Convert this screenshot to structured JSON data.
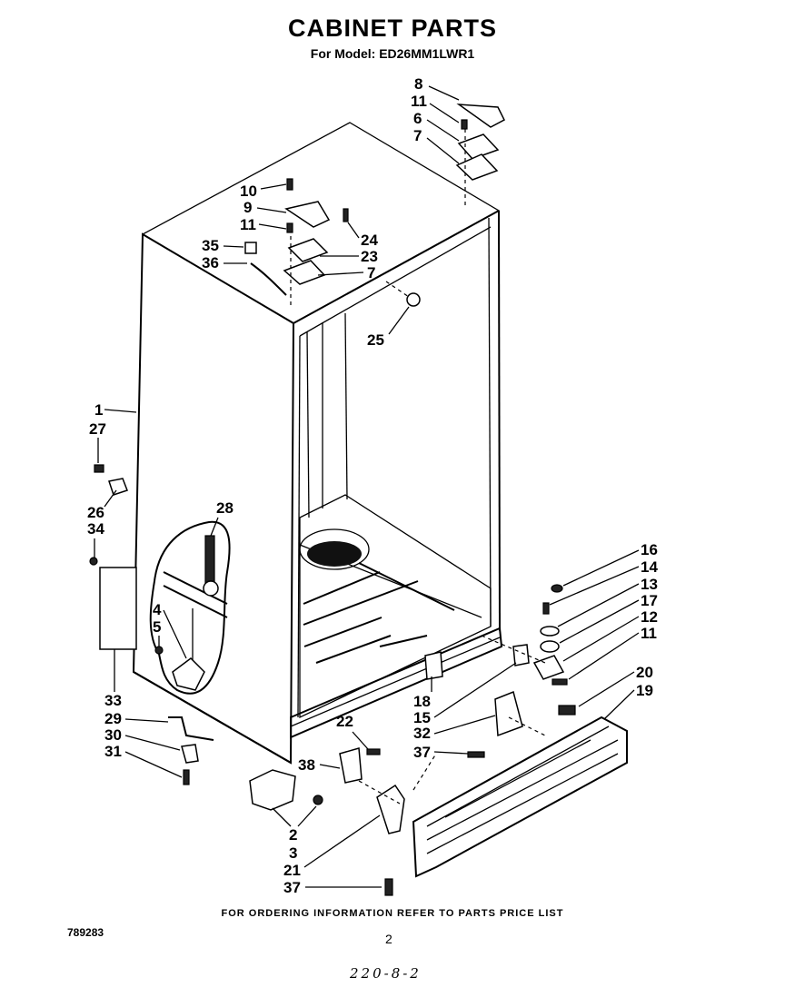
{
  "header": {
    "title": "CABINET PARTS",
    "subtitle": "For Model: ED26MM1LWR1"
  },
  "footer": {
    "ordering_note": "FOR ORDERING INFORMATION REFER TO PARTS PRICE LIST",
    "diagram_code": "789283",
    "page_number": "2",
    "handwritten_note": "220-8-2"
  },
  "callouts": {
    "c1": "1",
    "c2": "2",
    "c3": "3",
    "c4": "4",
    "c5": "5",
    "c6": "6",
    "c7a": "7",
    "c7b": "7",
    "c8": "8",
    "c9": "9",
    "c10": "10",
    "c11a": "11",
    "c11b": "11",
    "c11c": "11",
    "c12": "12",
    "c13": "13",
    "c14": "14",
    "c15": "15",
    "c16": "16",
    "c17": "17",
    "c18": "18",
    "c19": "19",
    "c20": "20",
    "c21": "21",
    "c22": "22",
    "c23": "23",
    "c24": "24",
    "c25": "25",
    "c26": "26",
    "c27": "27",
    "c28": "28",
    "c29": "29",
    "c30": "30",
    "c31": "31",
    "c32": "32",
    "c33": "33",
    "c34": "34",
    "c35": "35",
    "c36": "36",
    "c37a": "37",
    "c37b": "37",
    "c38": "38"
  }
}
